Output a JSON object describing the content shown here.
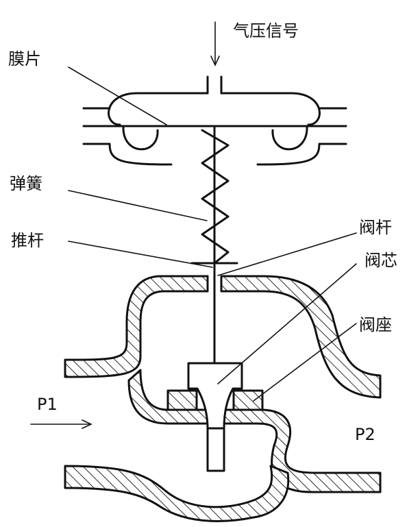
{
  "labels": {
    "air_signal": "气压信号",
    "diaphragm": "膜片",
    "spring": "弹簧",
    "push_rod": "推杆",
    "valve_stem": "阀杆",
    "valve_core": "阀芯",
    "valve_seat": "阀座",
    "inlet_pressure": "P1",
    "outlet_pressure": "P2"
  }
}
